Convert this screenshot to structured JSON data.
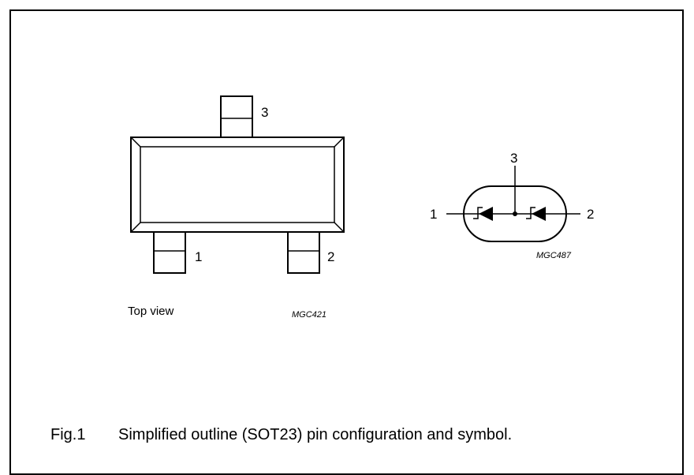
{
  "outline": {
    "pins": [
      {
        "label": "3"
      },
      {
        "label": "1"
      },
      {
        "label": "2"
      }
    ],
    "view_label": "Top view",
    "ref_code": "MGC421"
  },
  "symbol": {
    "pins": [
      {
        "label": "3"
      },
      {
        "label": "1"
      },
      {
        "label": "2"
      }
    ],
    "ref_code": "MGC487"
  },
  "caption": {
    "number": "Fig.1",
    "text": "Simplified outline (SOT23) pin configuration and symbol."
  }
}
